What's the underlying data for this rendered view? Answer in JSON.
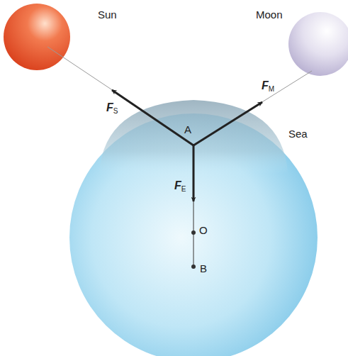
{
  "diagram": {
    "labels": [
      "Sun",
      "Moon",
      "Sea",
      "FS",
      "FM",
      "FE",
      "A",
      "O",
      "B"
    ]
  }
}
